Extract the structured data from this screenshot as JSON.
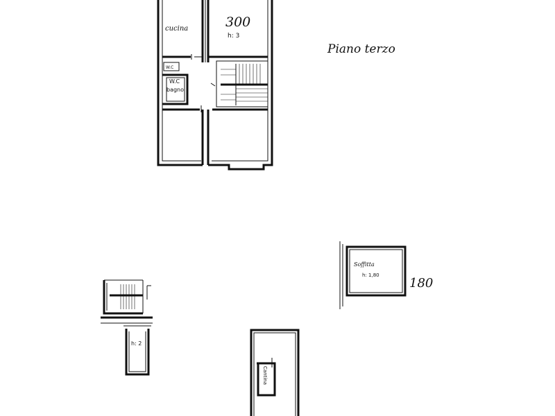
{
  "plan": {
    "main_apartment": {
      "room_kitchen": "cucina",
      "room_top_right_area": "300",
      "room_top_right_height": "h: 3",
      "wc_small": "W.C",
      "wc_label": "W.C",
      "bath_label": "bagno"
    },
    "floor_title": "Piano terzo",
    "attic": {
      "label": "Soffitta",
      "height": "h: 1,80",
      "dimension": "180"
    },
    "cellar_left": {
      "height": "h: 2"
    },
    "cellar_right": {
      "label": "Cantina"
    }
  }
}
